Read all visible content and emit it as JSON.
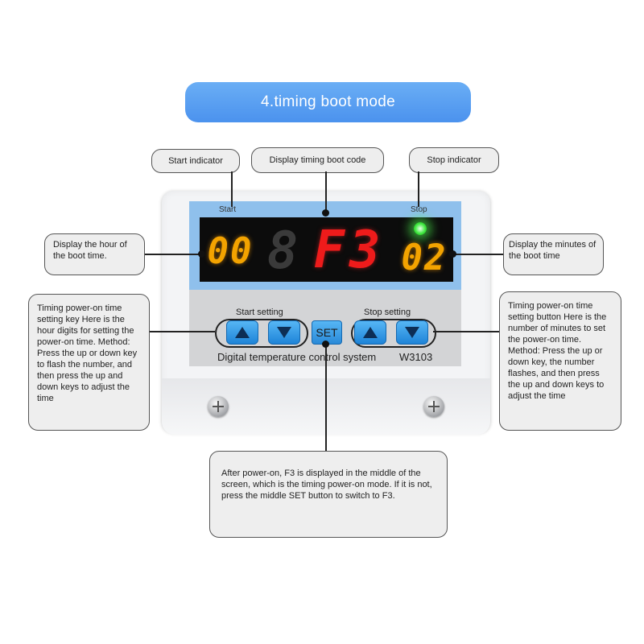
{
  "title": "4.timing boot mode",
  "callouts": {
    "start_indicator": "Start indicator",
    "display_code": "Display timing boot code",
    "stop_indicator": "Stop indicator",
    "hour": "Display the hour of the boot time.",
    "minutes": "Display the minutes of the boot time",
    "left_keys": "Timing power-on time setting key Here is the hour digits for setting the power-on time. Method: Press the up or down key to flash the number, and then press the up and down keys to adjust the time",
    "right_keys": "Timing power-on time setting button Here is the number of minutes to set the power-on time. Method: Press the up or down key, the number flashes, and then press the up and down keys to adjust the time",
    "set_note": "After power-on, F3 is displayed in the middle of the screen, which is the timing power-on mode. If it is not, press the middle SET button to switch to F3."
  },
  "device": {
    "start_label": "Start",
    "stop_label": "Stop",
    "hour_value": "00",
    "code_value": "F3",
    "ghost_value": "8",
    "minute_value": "02",
    "start_setting": "Start setting",
    "stop_setting": "Stop setting",
    "set_label": "SET",
    "system_name": "Digital temperature control system",
    "model": "W3103"
  },
  "colors": {
    "title_bg": "#4b92ee",
    "panel_blue": "#8fc0ec",
    "digit_yellow": "#f3a300",
    "digit_red": "#ee1b1b",
    "led_green": "#3fe83f"
  }
}
